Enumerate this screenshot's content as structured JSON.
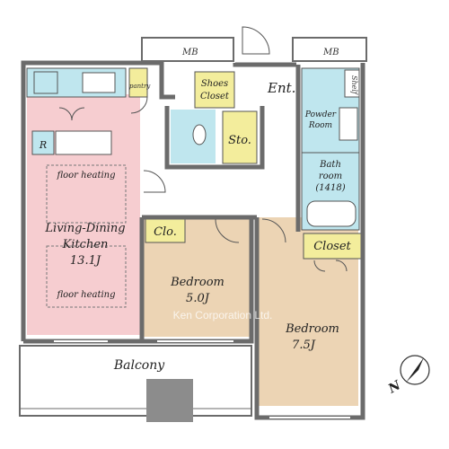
{
  "colors": {
    "ldk": "#f6cdd0",
    "bedroom": "#ecd4b4",
    "storage": "#f3ed9c",
    "wet": "#bfe6ee",
    "wall": "#6b6b6b",
    "column": "#8c8c8c",
    "hall": "#ffffff"
  },
  "labels": {
    "mb_left": "MB",
    "mb_right": "MB",
    "entrance": "Ent.",
    "shelf": "Shelf",
    "pantry": "pantry",
    "shoes_closet": [
      "Shoes",
      "Closet"
    ],
    "powder_room": [
      "Powder",
      "Room"
    ],
    "storage": "Sto.",
    "bathroom": [
      "Bath",
      "room",
      "(1418)"
    ],
    "refrigerator": "R",
    "floor_heating_top": "floor heating",
    "floor_heating_bottom": "floor heating",
    "ldk": [
      "Living-Dining",
      "Kitchen",
      "13.1J"
    ],
    "closet_small": "Clo.",
    "closet": "Closet",
    "bedroom1": [
      "Bedroom",
      "5.0J"
    ],
    "bedroom2": [
      "Bedroom",
      "7.5J"
    ],
    "balcony": "Balcony",
    "watermark": "Ken Corporation Ltd.",
    "compass": "N"
  }
}
